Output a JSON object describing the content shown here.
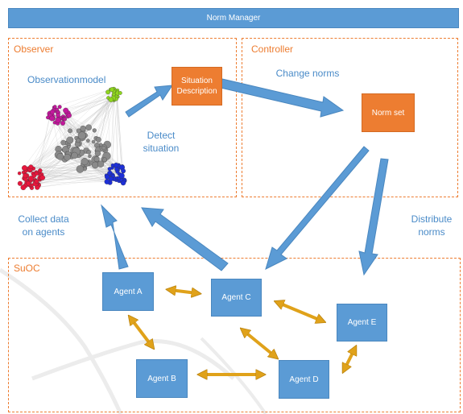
{
  "banner": {
    "title": "Norm Manager"
  },
  "observer": {
    "title": "Observer",
    "model_label": "Observationmodel",
    "detect_line1": "Detect",
    "detect_line2": "situation",
    "situation_line1": "Situation",
    "situation_line2": "Description"
  },
  "controller": {
    "title": "Controller",
    "change_label": "Change norms",
    "norm_set": "Norm set"
  },
  "collect": {
    "line1": "Collect data",
    "line2": "on agents"
  },
  "distribute": {
    "line1": "Distribute",
    "line2": "norms"
  },
  "suoc": {
    "title": "SuOC",
    "agents": [
      "Agent A",
      "Agent B",
      "Agent C",
      "Agent D",
      "Agent E"
    ]
  },
  "colors": {
    "banner_blue": "#5b9bd5",
    "panel_orange": "#ed7d31",
    "text_blue": "#4a8bc8",
    "arrow_gold": "#e0a21a",
    "cluster_red": "#e8163c",
    "cluster_magenta": "#c2189c",
    "cluster_green": "#8fd61e",
    "cluster_blue": "#1d2fd8",
    "cluster_gray": "#8a8a8a"
  }
}
